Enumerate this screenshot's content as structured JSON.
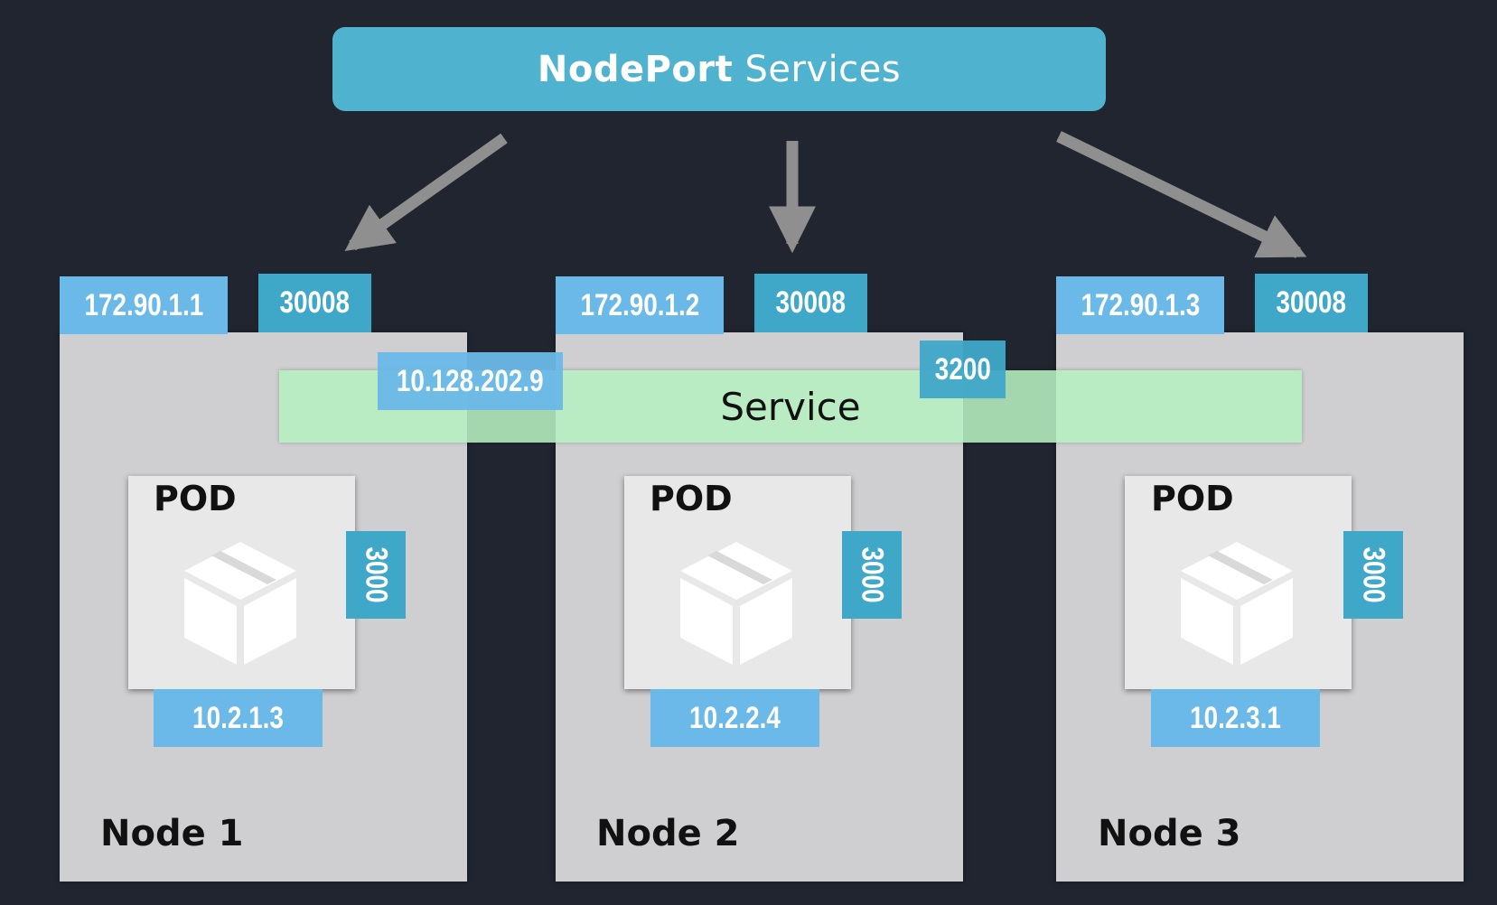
{
  "banner": {
    "title_bold": "NodePort",
    "title_rest": " Services"
  },
  "service": {
    "label": "Service",
    "cluster_ip": "10.128.202.9",
    "port": "3200"
  },
  "nodes": [
    {
      "label": "Node 1",
      "ip": "172.90.1.1",
      "node_port": "30008",
      "pod": {
        "label": "POD",
        "ip": "10.2.1.3",
        "port": "3000",
        "icon": "box-icon"
      }
    },
    {
      "label": "Node 2",
      "ip": "172.90.1.2",
      "node_port": "30008",
      "pod": {
        "label": "POD",
        "ip": "10.2.2.4",
        "port": "3000",
        "icon": "box-icon"
      }
    },
    {
      "label": "Node 3",
      "ip": "172.90.1.3",
      "node_port": "30008",
      "pod": {
        "label": "POD",
        "ip": "10.2.3.1",
        "port": "3000",
        "icon": "box-icon"
      }
    }
  ],
  "colors": {
    "background": "#21252f",
    "banner": "#4fb3cf",
    "node": "#cfcfd1",
    "ip_tag": "#6ab9e8",
    "port_tag": "#3fa8c9",
    "service_bar": "#b7f0c1",
    "arrow": "#8f8f8f"
  }
}
